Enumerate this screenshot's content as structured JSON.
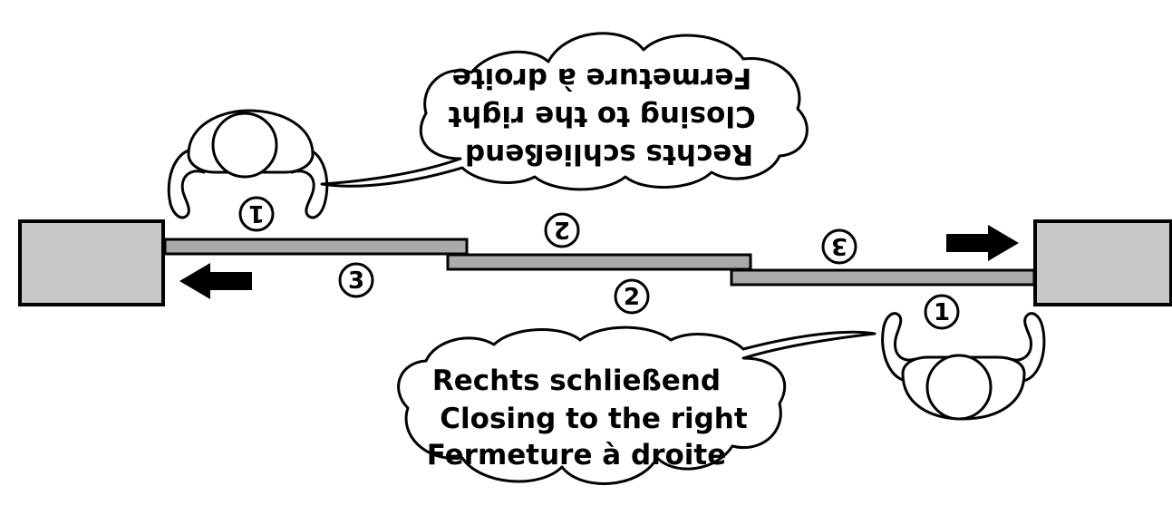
{
  "panel_numbers": {
    "top": [
      "1",
      "2",
      "3"
    ],
    "bottom": [
      "3",
      "2",
      "1"
    ]
  },
  "bottom_bubble": {
    "lines": [
      "Rechts schließend",
      "Closing to the right",
      "Fermeture à droite"
    ]
  },
  "top_bubble": {
    "lines": [
      "Rechts schließend",
      "Closing to the right",
      "Fermeture à droite"
    ]
  },
  "colors": {
    "wall": "#c8c8c8",
    "panel": "#aaaaaa",
    "stroke": "#000000"
  },
  "icons": {
    "arrow_left": "arrow-left-icon",
    "arrow_right": "arrow-right-icon",
    "person": "person-top-view-icon"
  }
}
